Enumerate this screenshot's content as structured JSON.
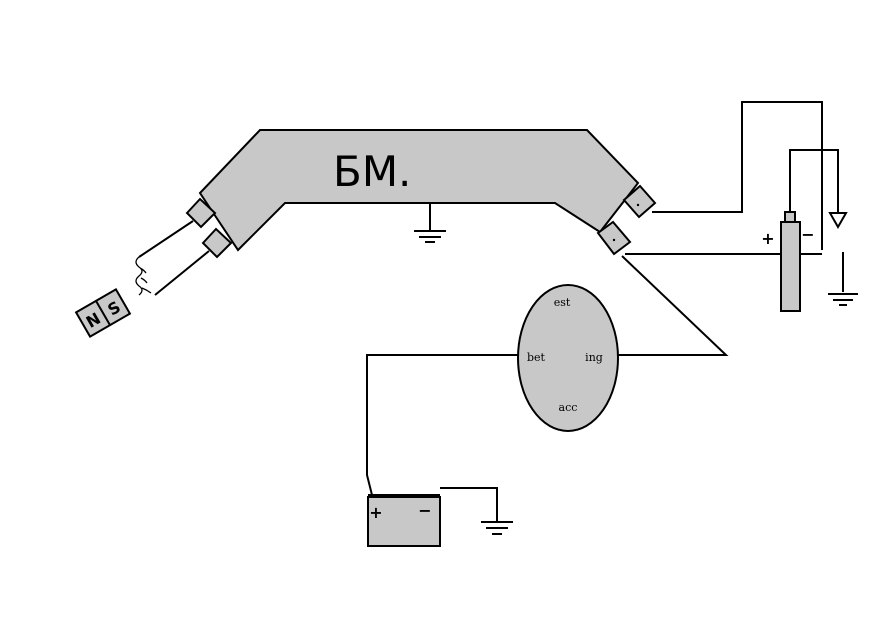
{
  "module": {
    "label": "БМ."
  },
  "switch": {
    "labels": {
      "top": "est",
      "left": "bet",
      "right": "ing",
      "bottom": "acc"
    }
  },
  "battery": {
    "plus": "+",
    "minus": "−"
  },
  "sensor": {
    "plus": "+",
    "minus": "−"
  },
  "magnet": {
    "north": "N",
    "south": "S"
  },
  "colors": {
    "component_fill": "#c8c8c8",
    "line": "#000000",
    "background": "#ffffff"
  }
}
